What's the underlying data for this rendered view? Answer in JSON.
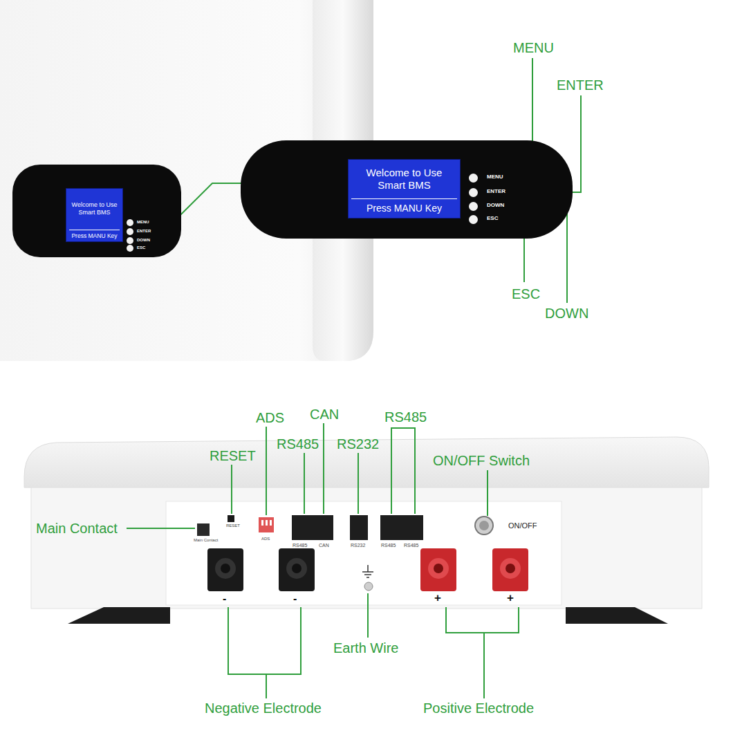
{
  "diagram": {
    "nodes": [
      {
        "text": [
          "MENU",
          "ENTER",
          "DOWN",
          "ESC"
        ]
      },
      {
        "text": [
          "Welcome to Use Smart BMS",
          "Press MANU Key"
        ],
        "in": 0
      },
      {
        "text": [
          "MENU",
          "ENTER",
          "DOWN",
          "ESC"
        ]
      },
      {
        "text": [
          "Welcome to Use Smart BMS",
          "Press MANU Key"
        ],
        "in": 2
      }
    ],
    "edges": [
      {
        "from": 0,
        "to": 2,
        "arrow": "none"
      }
    ],
    "labels": [
      "MENU",
      "ENTER",
      "ESC",
      "DOWN",
      "ADS",
      "CAN",
      "RS485",
      "RESET",
      "RS485",
      "RS232",
      "ON/OFF Switch",
      "Main Contact",
      "Main Contact",
      "RESET",
      "ADS",
      "RS485",
      "CAN",
      "RS232",
      "RS485",
      "RS485",
      "ON/OFF",
      "-",
      "-",
      "+",
      "+",
      "Earth Wire",
      "Negative Electrode",
      "Positive Electrode"
    ]
  }
}
